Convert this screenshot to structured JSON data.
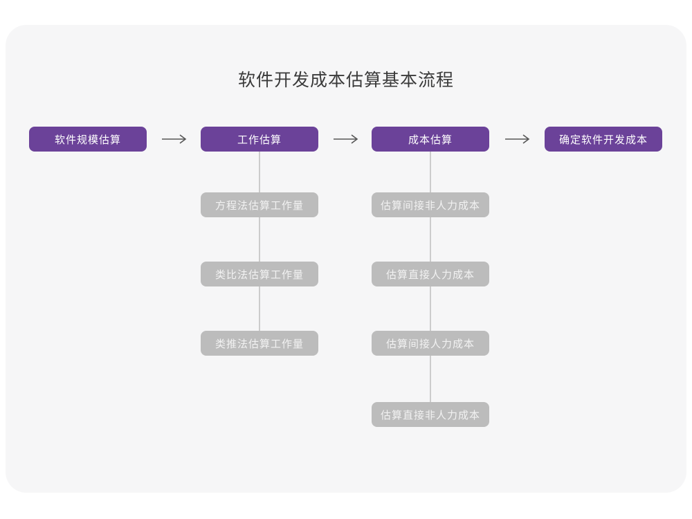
{
  "page": {
    "title": "软件开发成本估算基本流程"
  },
  "colors": {
    "card_background": "#f6f6f7",
    "stage_box_background": "#6b4299",
    "stage_box_text": "#ffffff",
    "substep_box_background": "#bcbcbc",
    "substep_box_text": "#f2f2f2",
    "connector_line": "#cccccc",
    "arrow": "#555555",
    "title_text": "#3a3a3a"
  },
  "flow": {
    "stages": [
      {
        "label": "软件规模估算"
      },
      {
        "label": "工作估算"
      },
      {
        "label": "成本估算"
      },
      {
        "label": "确定软件开发成本"
      }
    ],
    "work_substeps": [
      {
        "label": "方程法估算工作量"
      },
      {
        "label": "类比法估算工作量"
      },
      {
        "label": "类推法估算工作量"
      }
    ],
    "cost_substeps": [
      {
        "label": "估算间接非人力成本"
      },
      {
        "label": "估算直接人力成本"
      },
      {
        "label": "估算间接人力成本"
      },
      {
        "label": "估算直接非人力成本"
      }
    ]
  }
}
